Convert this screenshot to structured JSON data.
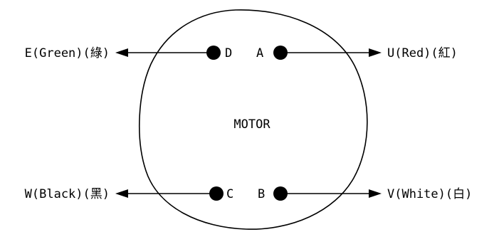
{
  "motor": {
    "label": "MOTOR"
  },
  "terminals": {
    "d": {
      "letter": "D",
      "wire_label": "E(Green)(綠)"
    },
    "a": {
      "letter": "A",
      "wire_label": "U(Red)(紅)"
    },
    "c": {
      "letter": "C",
      "wire_label": "W(Black)(黑)"
    },
    "b": {
      "letter": "B",
      "wire_label": "V(White)(白)"
    }
  },
  "colors": {
    "stroke": "#000000",
    "background": "#ffffff"
  }
}
